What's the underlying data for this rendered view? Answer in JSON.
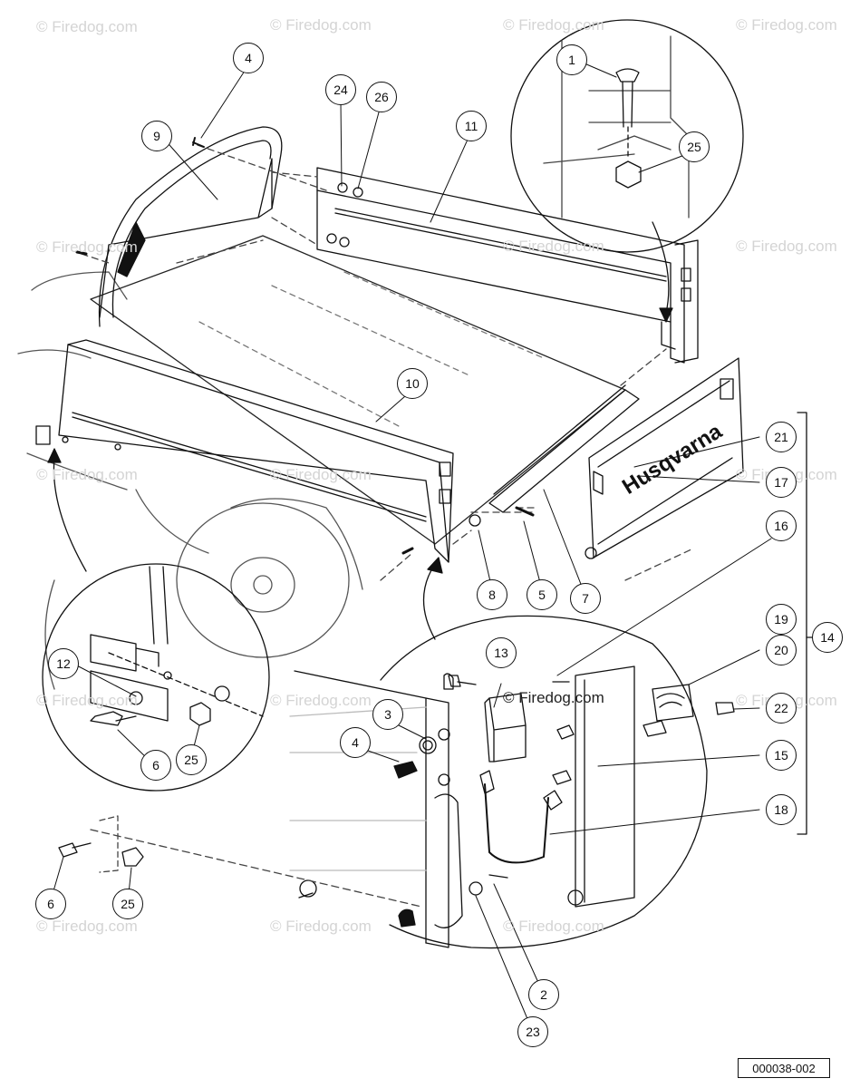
{
  "watermarks": [
    "© Firedog.com",
    "© Firedog.com",
    "© Firedog.com",
    "© Firedog.com",
    "© Firedog.com",
    "© Firedog.com",
    "© Firedog.com",
    "© Firedog.com",
    "© Firedog.com",
    "© Firedog.com",
    "© Firedog.com",
    "© Firedog.com",
    "© Firedog.com",
    "© Firedog.com",
    "© Firedog.com",
    "© Firedog.com"
  ],
  "center_watermark": "© Firedog.com",
  "brand_text": "Husqvarna",
  "callouts": [
    "1",
    "2",
    "3",
    "4",
    "4",
    "5",
    "6",
    "6",
    "7",
    "8",
    "9",
    "10",
    "11",
    "12",
    "13",
    "14",
    "15",
    "16",
    "17",
    "18",
    "19",
    "20",
    "21",
    "22",
    "23",
    "24",
    "25",
    "25",
    "25",
    "26"
  ],
  "drawing_code": "000038-002"
}
